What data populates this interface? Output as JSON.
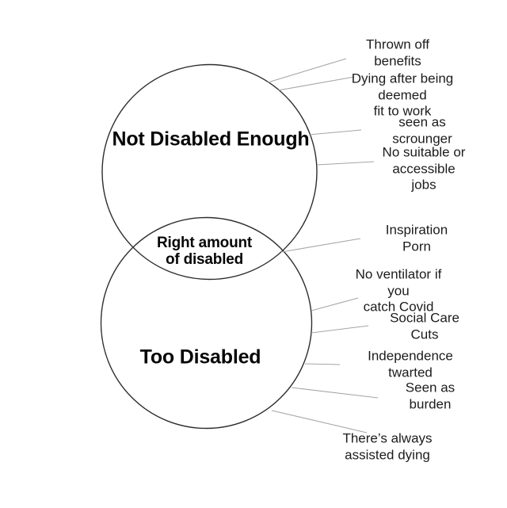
{
  "colors": {
    "background": "#ffffff",
    "label_text": "#1c1c1c",
    "title_text": "#060606",
    "circle_outline": "#2e2e2e",
    "leader_line": "#a5a5a5"
  },
  "venn": {
    "top_circle_label": "Not Disabled Enough",
    "overlap_label": "Right amount\nof disabled",
    "bottom_circle_label": "Too Disabled"
  },
  "annotations": [
    {
      "text": "Thrown off benefits",
      "points_to": "top-circle"
    },
    {
      "text": "Dying after being deemed\nfit to work",
      "points_to": "top-circle"
    },
    {
      "text": "seen as scrounger",
      "points_to": "top-circle"
    },
    {
      "text": "No suitable or\naccessible jobs",
      "points_to": "top-circle"
    },
    {
      "text": "Inspiration Porn",
      "points_to": "overlap"
    },
    {
      "text": "No ventilator if you\ncatch Covid",
      "points_to": "bottom-circle"
    },
    {
      "text": "Social Care Cuts",
      "points_to": "bottom-circle"
    },
    {
      "text": "Independence twarted",
      "points_to": "bottom-circle"
    },
    {
      "text": "Seen as burden",
      "points_to": "bottom-circle"
    },
    {
      "text": "There’s always\nassisted dying",
      "points_to": "bottom-circle"
    }
  ]
}
